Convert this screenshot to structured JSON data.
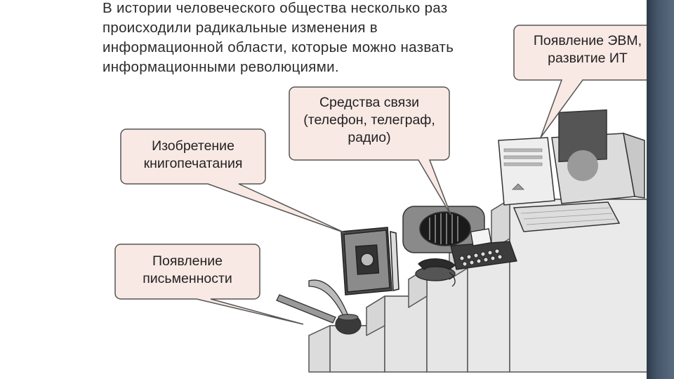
{
  "intro_text": "В истории человеческого общества несколько раз происходили радикальные изменения в информационной области, которые можно назвать информационными революциями.",
  "callouts": {
    "writing": "Появление письменности",
    "printing": "Изобретение книгопечатания",
    "communication": "Средства связи (телефон, телеграф, радио)",
    "computers": "Появление ЭВМ, развитие ИТ"
  },
  "colors": {
    "bubble_fill": "#f9e9e4",
    "bubble_stroke": "#555555",
    "stair_fill": "#ededed",
    "panel": "#46576b"
  }
}
